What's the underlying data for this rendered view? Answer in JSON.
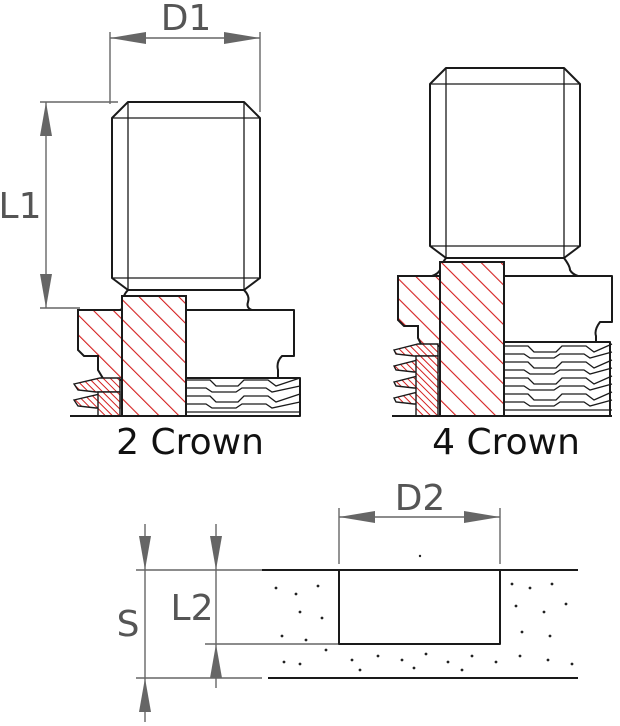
{
  "dimensions": {
    "d1": "D1",
    "l1": "L1",
    "d2": "D2",
    "s": "S",
    "l2": "L2"
  },
  "captions": {
    "left": "2 Crown",
    "right": "4 Crown"
  },
  "colors": {
    "hatch_red": "#d42020",
    "outline": "#1a1a1a",
    "dimension": "#666666"
  }
}
